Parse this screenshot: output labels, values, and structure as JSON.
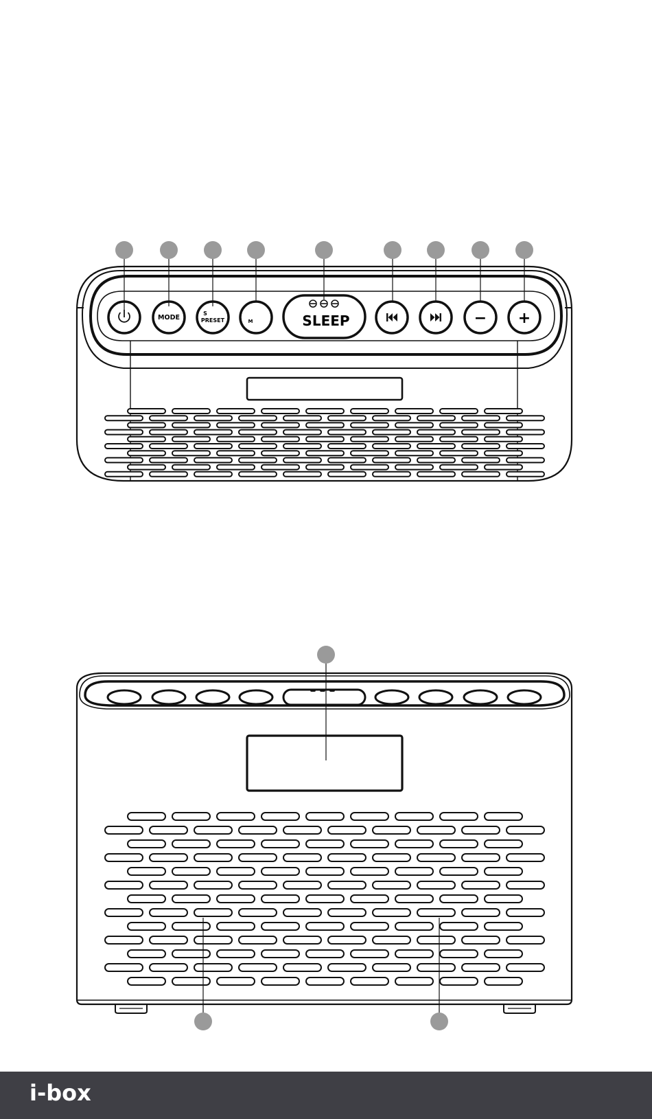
{
  "top_view": {
    "buttons": [
      {
        "icon": "power-icon"
      },
      {
        "label": "MODE"
      },
      {
        "label_top": "S",
        "label_bottom": "PRESET"
      },
      {
        "label": "M"
      },
      {
        "label": "SLEEP"
      },
      {
        "icon": "skip-back-icon"
      },
      {
        "icon": "skip-forward-icon"
      },
      {
        "label": "−"
      },
      {
        "label": "+"
      }
    ]
  },
  "footer": {
    "brand": "i-box"
  },
  "colors": {
    "callout": "#9a9a9a",
    "line": "#111111",
    "footer_bg": "#3f3f45"
  }
}
